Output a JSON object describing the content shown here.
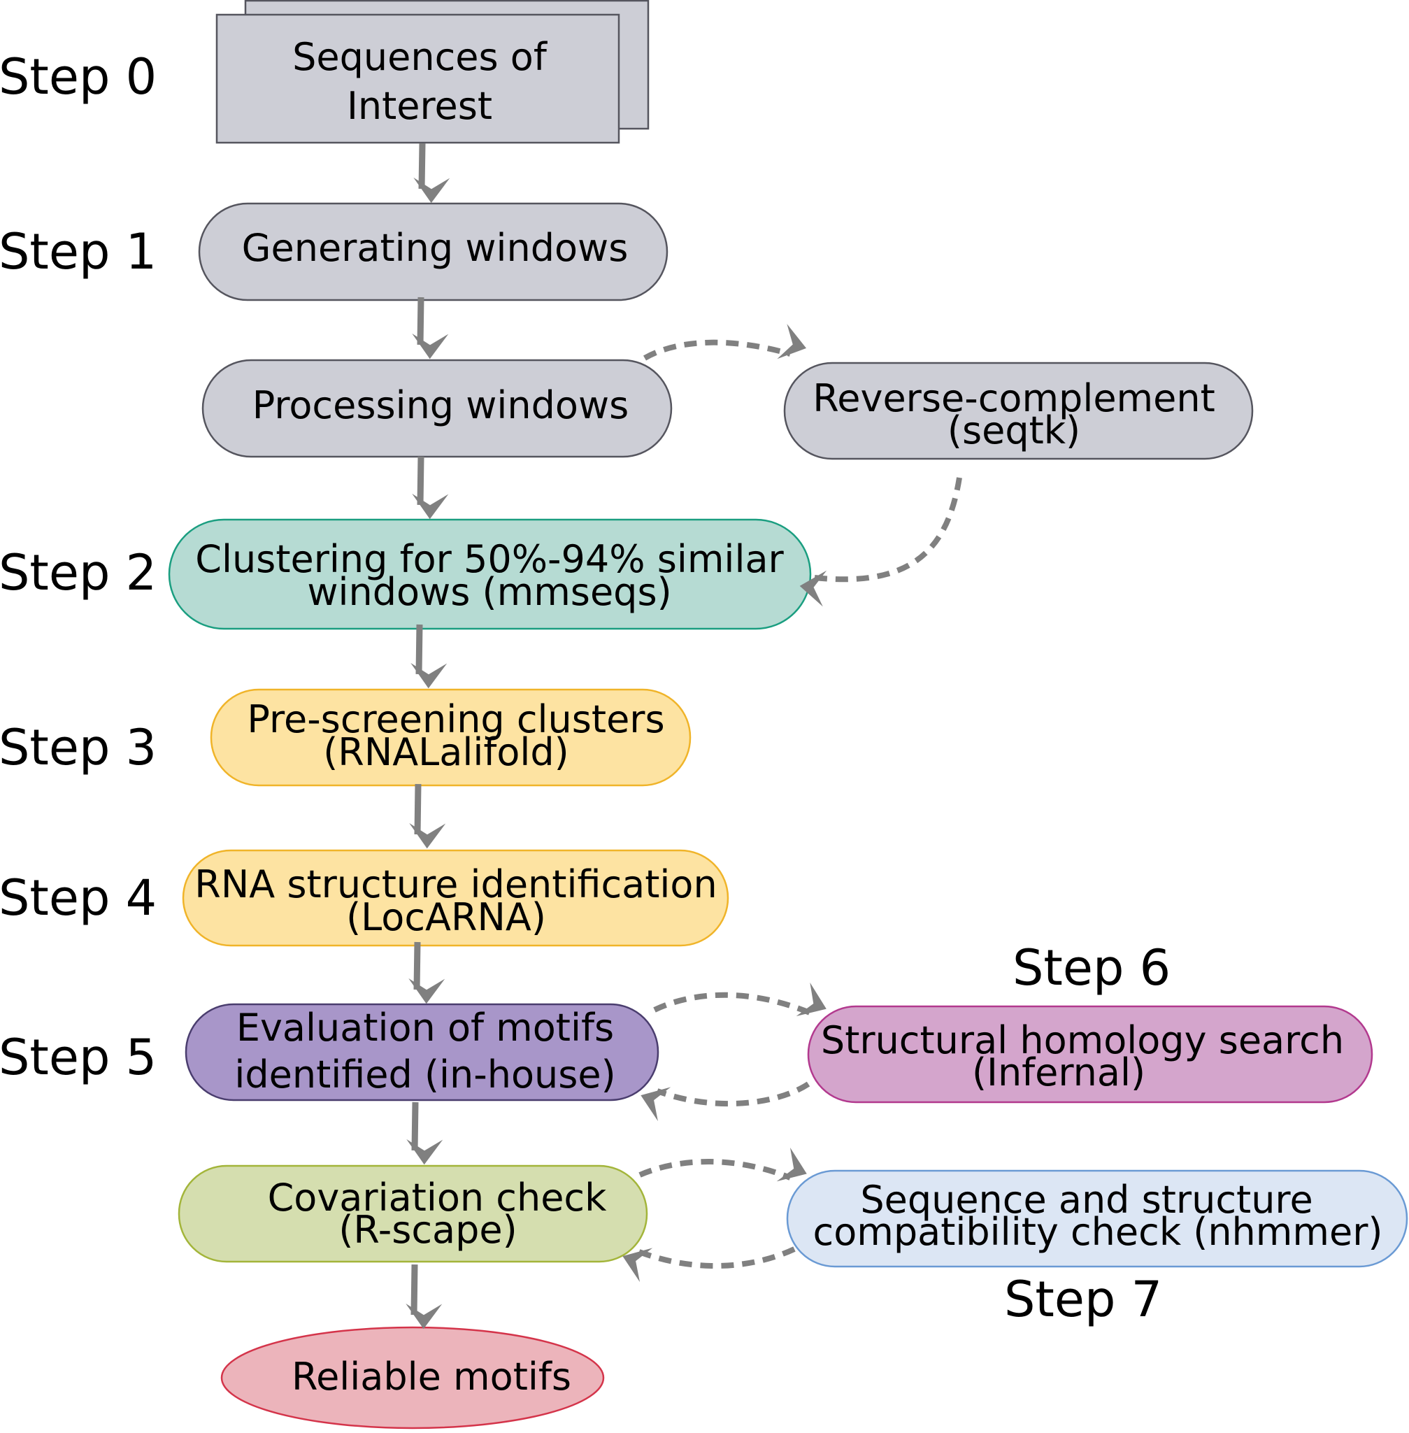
{
  "steps": {
    "step0": "Step 0",
    "step1": "Step 1",
    "step2": "Step 2",
    "step3": "Step 3",
    "step4": "Step 4",
    "step5": "Step 5",
    "step6": "Step 6",
    "step7": "Step 7"
  },
  "nodes": {
    "sequences": {
      "line1": "Sequences of",
      "line2": "Interest"
    },
    "generating": {
      "line1": "Generating windows"
    },
    "processing": {
      "line1": "Processing windows"
    },
    "reverse": {
      "line1": "Reverse-complement",
      "line2": "(seqtk)"
    },
    "clustering": {
      "line1": "Clustering for 50%-94% similar",
      "line2": "windows (mmseqs)"
    },
    "prescreening": {
      "line1": "Pre-screening clusters",
      "line2": "(RNALalifold)"
    },
    "rnastructure": {
      "line1": "RNA structure identification",
      "line2": "(LocARNA)"
    },
    "evaluation": {
      "line1": "Evaluation of motifs",
      "line2": "identified (in-house)"
    },
    "structural": {
      "line1": "Structural homology search",
      "line2": "(Infernal)"
    },
    "covariation": {
      "line1": "Covariation check",
      "line2": "(R-scape)"
    },
    "compatibility": {
      "line1": "Sequence and structure",
      "line2": "compatibility check (nhmmer)"
    },
    "reliable": {
      "line1": "Reliable motifs"
    }
  },
  "colors": {
    "gray_fill": "#cdced6",
    "gray_stroke": "#55555e",
    "teal_fill": "#b6dbd3",
    "teal_stroke": "#1a9e80",
    "yellow_fill": "#fde3a2",
    "yellow_stroke": "#f0b429",
    "purple_fill": "#a896c9",
    "purple_stroke": "#4a3d6e",
    "pink_fill": "#d4a5cc",
    "pink_stroke": "#b2398e",
    "green_fill": "#d5deaf",
    "green_stroke": "#a3b53a",
    "blue_fill": "#dce6f4",
    "blue_stroke": "#6a9ad4",
    "red_fill": "#ecb4bb",
    "red_stroke": "#d4344a",
    "arrow": "#808080"
  }
}
